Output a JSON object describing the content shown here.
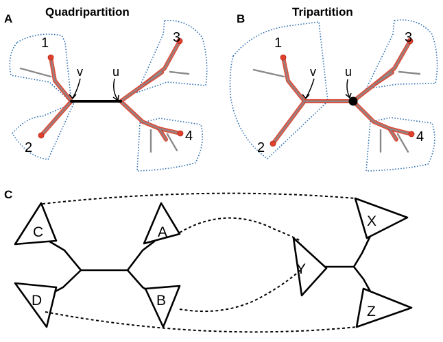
{
  "panels": {
    "A": {
      "letter": "A",
      "title": "Quadripartition",
      "leaves": [
        "1",
        "2",
        "3",
        "4"
      ],
      "node_v": "v",
      "node_u": "u"
    },
    "B": {
      "letter": "B",
      "title": "Tripartition",
      "leaves": [
        "1",
        "2",
        "3",
        "4"
      ],
      "node_v": "v",
      "node_u": "u"
    },
    "C": {
      "letter": "C",
      "left_subtrees": [
        "C",
        "A",
        "D",
        "B"
      ],
      "right_subtrees": [
        "X",
        "Y",
        "Z"
      ]
    }
  },
  "colors": {
    "highlight": "#d7412f",
    "branch_gray": "#8a8a8a",
    "partition_outline": "#2f6fb5",
    "edge_black": "#000000"
  }
}
